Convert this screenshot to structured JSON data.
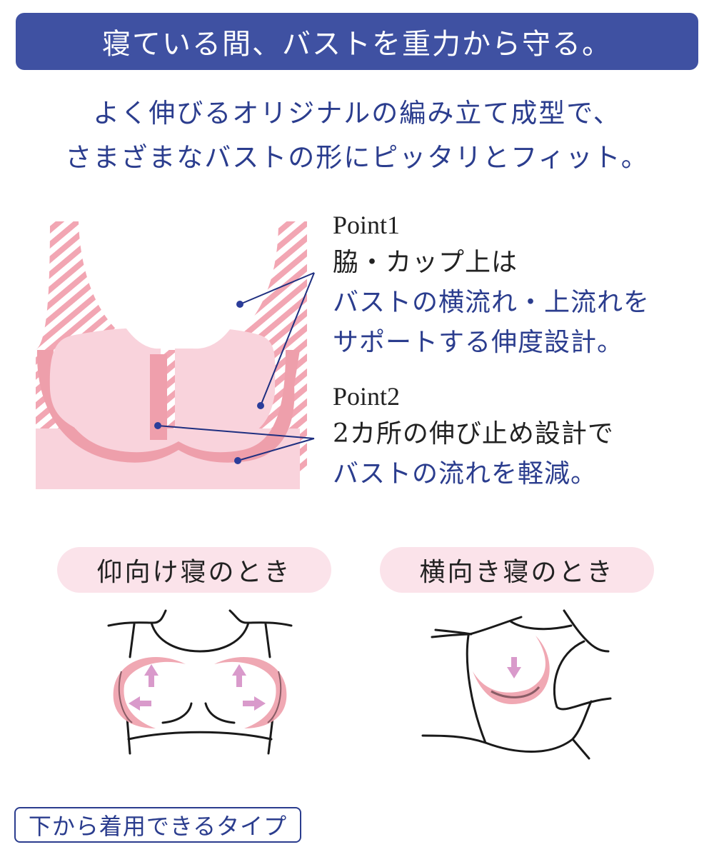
{
  "banner": {
    "title": "寝ている間、バストを重力から守る。"
  },
  "subtitle": {
    "line1": "よく伸びるオリジナルの編み立て成型で、",
    "line2": "さまざまなバストの形にピッタリとフィット。"
  },
  "points": [
    {
      "label": "Point1",
      "line1": "脇・カップ上は",
      "line2": "バストの横流れ・上流れを",
      "line3": "サポートする伸度設計。"
    },
    {
      "label": "Point2",
      "line1": "2カ所の伸び止め設計で",
      "line2": "バストの流れを軽減。"
    }
  ],
  "sleep_positions": [
    {
      "label": "仰向け寝のとき",
      "illustration": "supine-bust-arrows"
    },
    {
      "label": "横向き寝のとき",
      "illustration": "side-bust-arrow"
    }
  ],
  "tag": {
    "label": "下から着用できるタイプ"
  },
  "colors": {
    "banner_bg": "#3f51a2",
    "accent_blue": "#2b3d8e",
    "pink_light": "#f9d3dc",
    "pink_dark": "#ee9fab",
    "pill_bg": "#fbe3ea",
    "arrow": "#d99acb"
  }
}
